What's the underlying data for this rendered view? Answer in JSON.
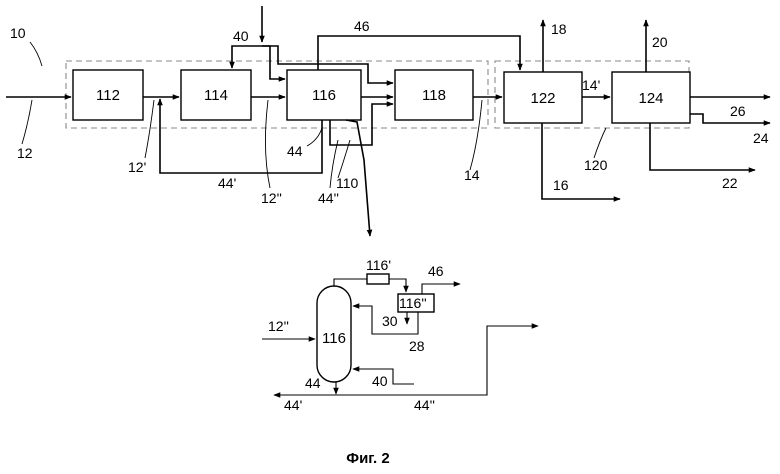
{
  "figure": {
    "caption": "Фиг. 2",
    "system_label": "10",
    "subsystem_labels": {
      "s110": "110",
      "s120": "120"
    },
    "blocks": [
      {
        "id": "b112",
        "label": "112"
      },
      {
        "id": "b114",
        "label": "114"
      },
      {
        "id": "b116",
        "label": "116"
      },
      {
        "id": "b118",
        "label": "118"
      },
      {
        "id": "b122",
        "label": "122"
      },
      {
        "id": "b124",
        "label": "124"
      }
    ],
    "streams": {
      "s12": "12",
      "s12p": "12'",
      "s12pp": "12''",
      "s14": "14",
      "s14p": "14'",
      "s16": "16",
      "s18": "18",
      "s20": "20",
      "s22": "22",
      "s24": "24",
      "s26": "26",
      "s40": "40",
      "s44": "44",
      "s44p": "44'",
      "s44pp": "44''",
      "s46": "46"
    },
    "detail": {
      "column_label": "116",
      "condenser_label": "116'",
      "drum_label": "116''",
      "streams": {
        "s12pp": "12''",
        "s28": "28",
        "s30": "30",
        "s40": "40",
        "s44": "44",
        "s44p": "44'",
        "s44pp": "44''",
        "s46": "46"
      }
    }
  }
}
